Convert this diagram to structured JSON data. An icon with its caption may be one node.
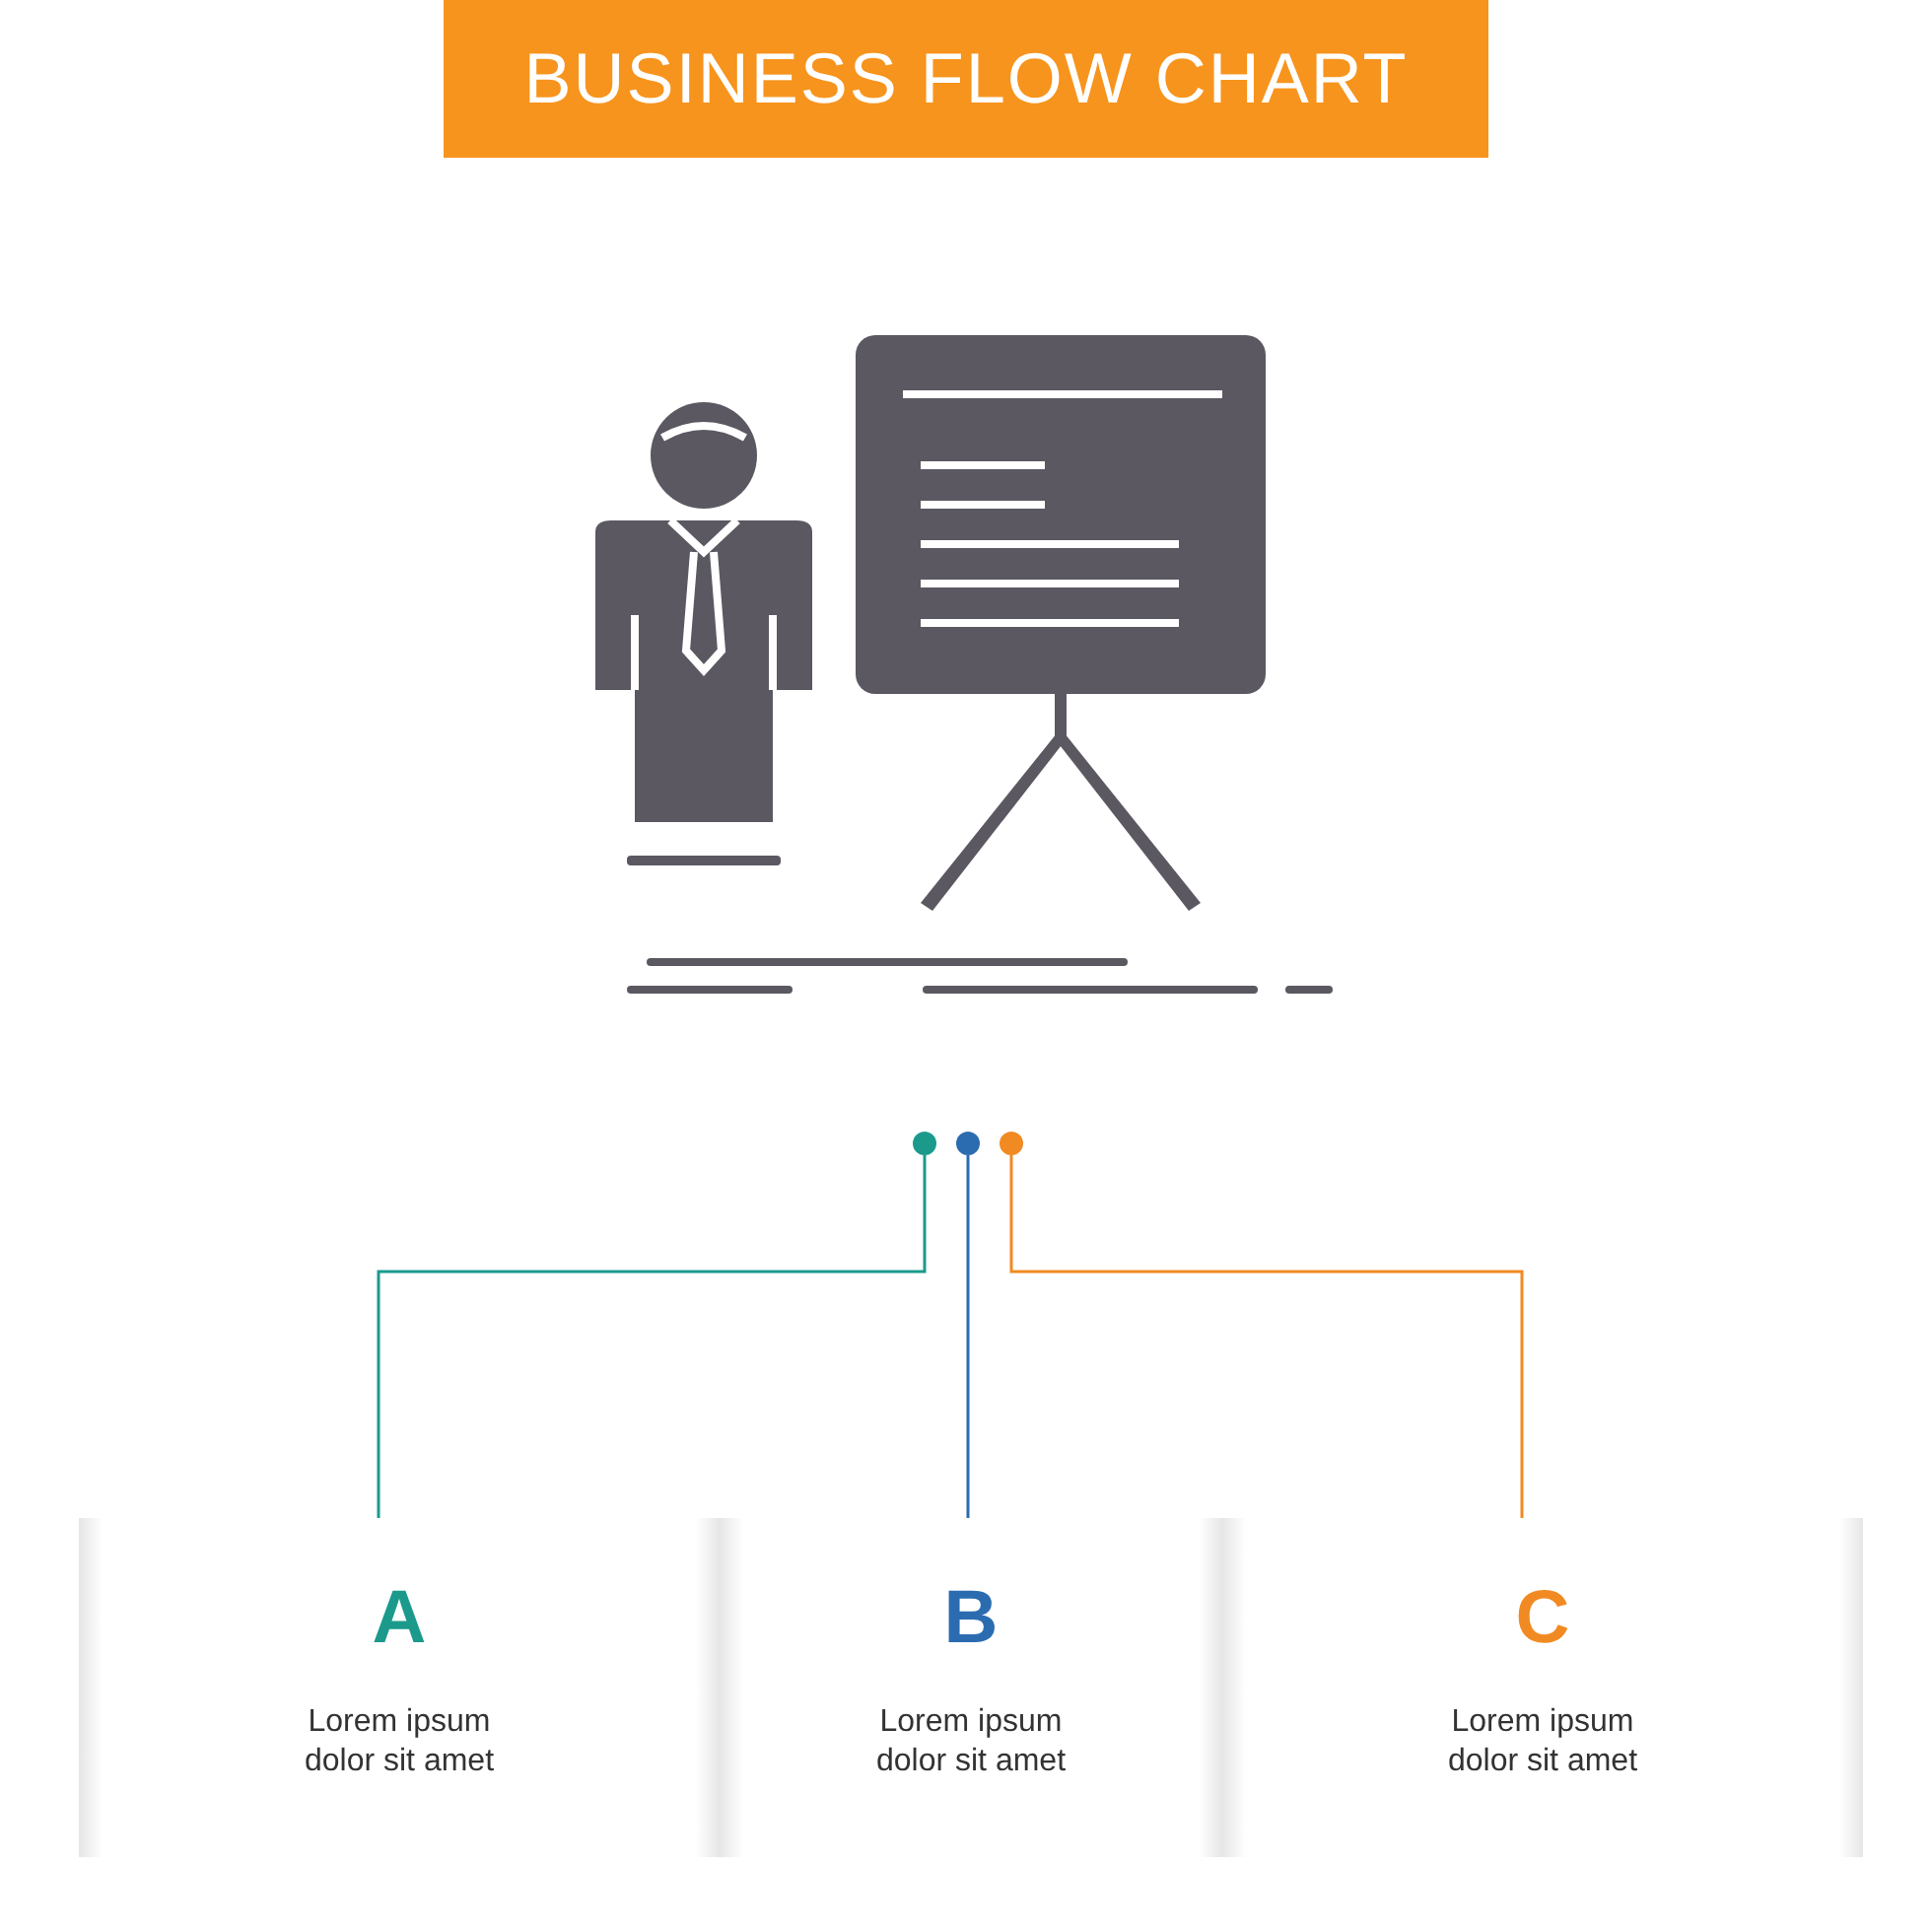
{
  "diagram": {
    "title": "BUSINESS FLOW CHART",
    "nodes": [
      {
        "text": [],
        "shape": "circle"
      },
      {
        "text": [],
        "shape": "circle"
      },
      {
        "text": [],
        "shape": "circle"
      },
      {
        "text": [
          "A",
          "Lorem ipsum dolor sit amet"
        ]
      },
      {
        "text": [
          "B",
          "Lorem ipsum dolor sit amet"
        ]
      },
      {
        "text": [
          "C",
          "Lorem ipsum dolor sit amet"
        ]
      }
    ],
    "edges": [
      {
        "from": 0,
        "to": 3,
        "arrow": "none",
        "color": "#1b9a8c"
      },
      {
        "from": 1,
        "to": 4,
        "arrow": "none",
        "color": "#2b6cb0"
      },
      {
        "from": 2,
        "to": 5,
        "arrow": "none",
        "color": "#f18a22"
      }
    ]
  }
}
